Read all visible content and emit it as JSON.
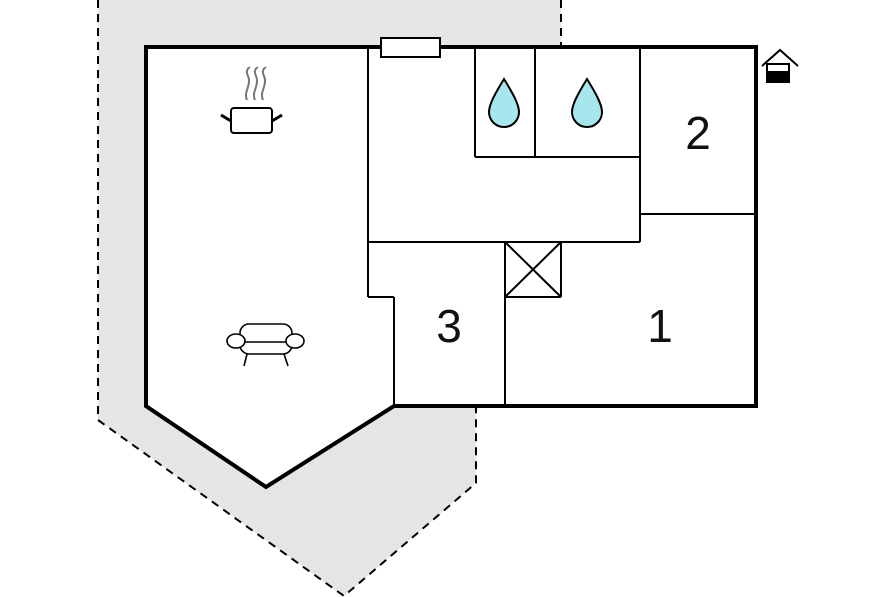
{
  "floorplan": {
    "rooms": [
      {
        "id": "bedroom-1",
        "label": "1"
      },
      {
        "id": "bedroom-2",
        "label": "2"
      },
      {
        "id": "bedroom-3",
        "label": "3"
      }
    ],
    "icons": {
      "kitchen": "cooking-pot-icon",
      "living": "sofa-icon",
      "bathroom_a": "water-drop-icon",
      "bathroom_b": "water-drop-icon",
      "entrance": "house-entrance-icon",
      "window": "window-icon",
      "shaft": "shaft-cross-icon"
    },
    "colors": {
      "terrace_fill": "#e5e5e5",
      "wall": "#000000",
      "water_drop": "#a8e6ee",
      "background": "#ffffff"
    }
  }
}
